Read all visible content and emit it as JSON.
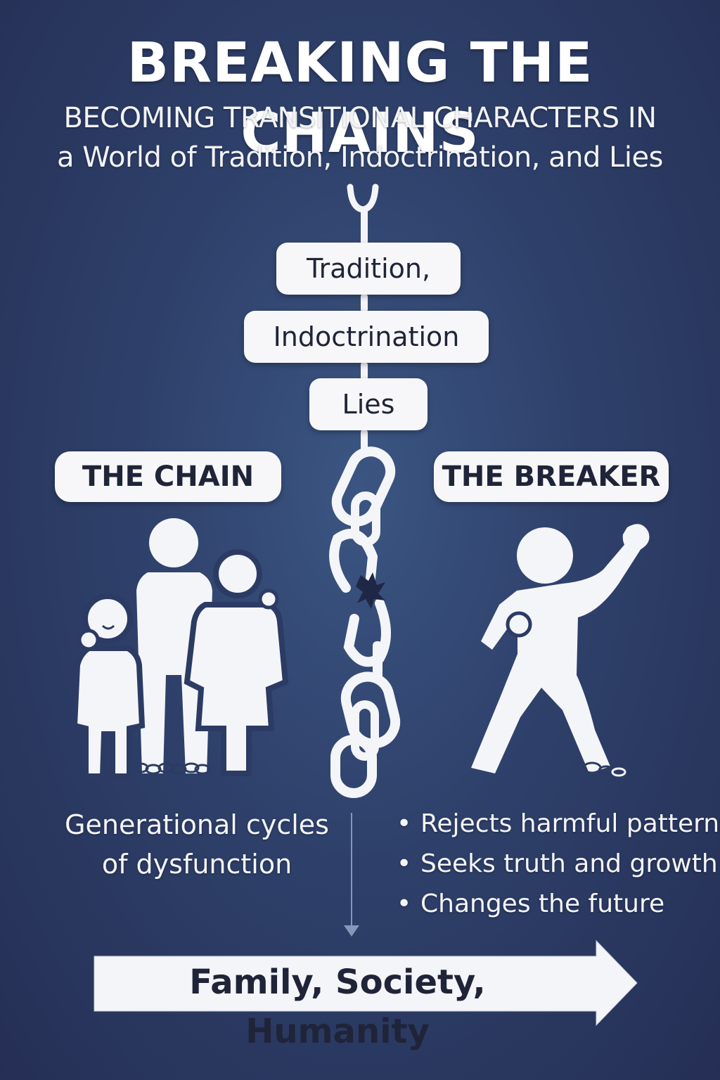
{
  "header": {
    "title": "BREAKING THE CHAINS",
    "subtitle_line1": "BECOMING TRANSITIONAL CHARACTERS IN",
    "subtitle_line2": "a World of Tradition, Indoctrination, and Lies"
  },
  "chain_tags": {
    "tradition": "Tradition,",
    "indoctrination": "Indoctrination",
    "lies": "Lies"
  },
  "left_panel": {
    "heading": "THE CHAIN",
    "icon": "family-chained-icon",
    "description_line1": "Generational cycles",
    "description_line2": "of dysfunction"
  },
  "right_panel": {
    "heading": "THE BREAKER",
    "icon": "breaker-fist-icon",
    "bullets": [
      "Rejects harmful patterns",
      "Seeks truth and growth",
      "Changes the future"
    ]
  },
  "bottom_arrow": {
    "label": "Family, Society, Humanity"
  },
  "colors": {
    "background_center": "#3b5582",
    "background_edge": "#252f55",
    "foreground": "#f4f5f8",
    "pill_text": "#1f2438"
  }
}
